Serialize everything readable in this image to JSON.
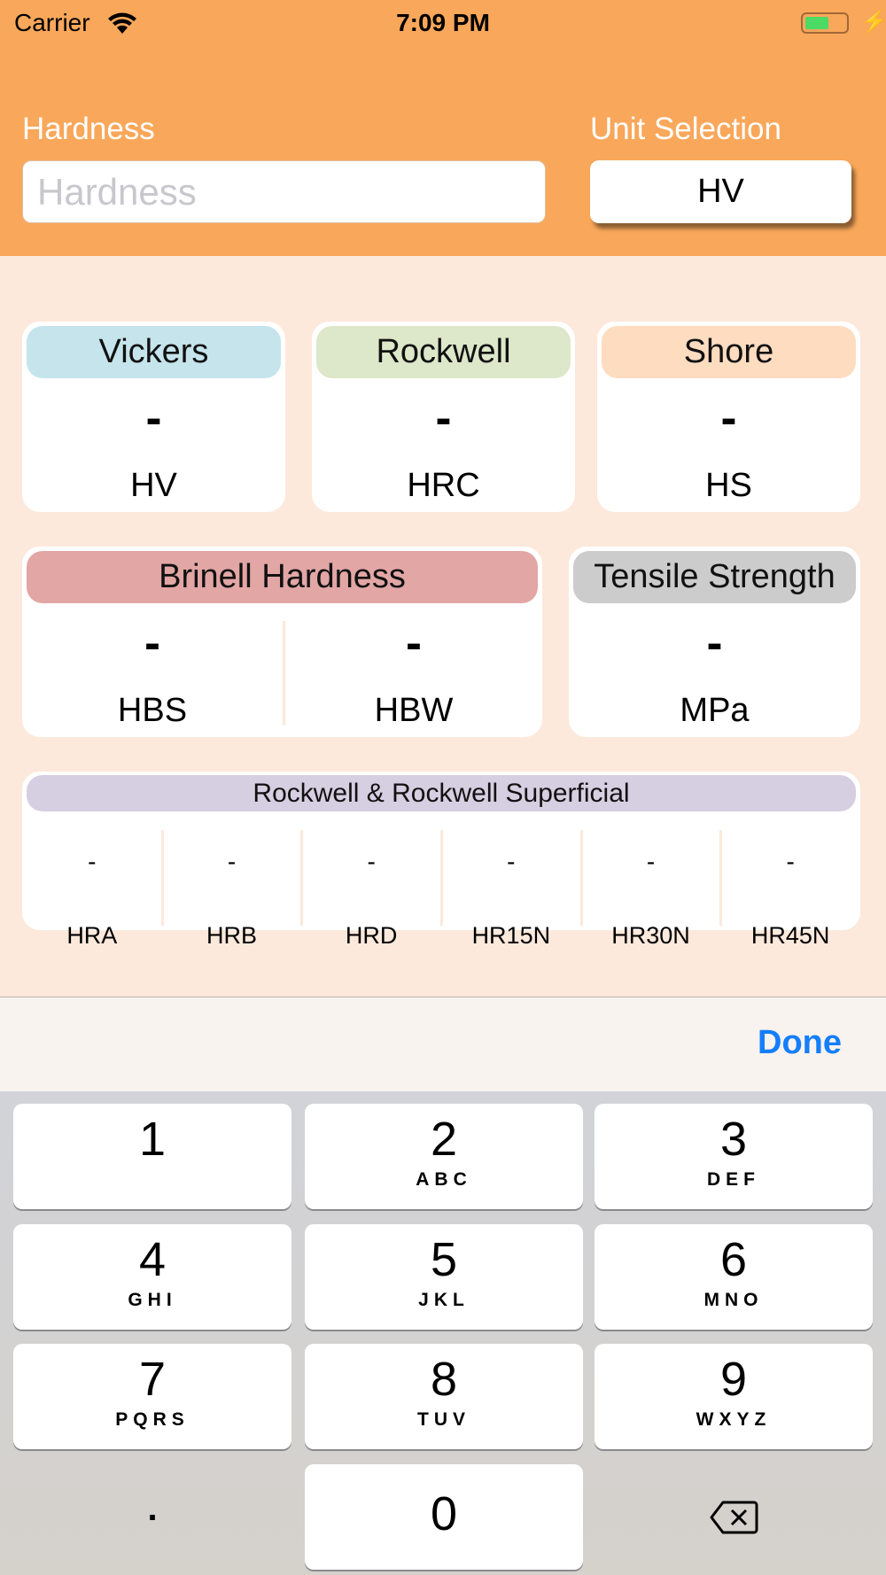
{
  "status_bar": {
    "carrier": "Carrier",
    "time": "7:09 PM"
  },
  "header": {
    "hardness_label": "Hardness",
    "hardness_placeholder": "Hardness",
    "hardness_value": "",
    "unit_label": "Unit Selection",
    "unit_value": "HV"
  },
  "cards": {
    "vickers": {
      "title": "Vickers",
      "value": "-",
      "unit": "HV"
    },
    "rockwell": {
      "title": "Rockwell",
      "value": "-",
      "unit": "HRC"
    },
    "shore": {
      "title": "Shore",
      "value": "-",
      "unit": "HS"
    },
    "brinell": {
      "title": "Brinell Hardness",
      "values": [
        {
          "value": "-",
          "unit": "HBS"
        },
        {
          "value": "-",
          "unit": "HBW"
        }
      ]
    },
    "tensile": {
      "title": "Tensile Strength",
      "value": "-",
      "unit": "MPa"
    },
    "superficial": {
      "title": "Rockwell & Rockwell Superficial",
      "columns": [
        {
          "value": "-",
          "unit": "HRA"
        },
        {
          "value": "-",
          "unit": "HRB"
        },
        {
          "value": "-",
          "unit": "HRD"
        },
        {
          "value": "-",
          "unit": "HR15N"
        },
        {
          "value": "-",
          "unit": "HR30N"
        },
        {
          "value": "-",
          "unit": "HR45N"
        }
      ]
    }
  },
  "colors": {
    "header": "#F9A75A",
    "vickers": "#C5E4EC",
    "rockwell": "#DDE7C9",
    "shore": "#FDDCC0",
    "brinell": "#E2A6A5",
    "tensile": "#CCCCCC",
    "superficial": "#D6CEE1",
    "done": "#157EFB"
  },
  "keyboard": {
    "done": "Done",
    "keys": [
      {
        "n": "1",
        "l": ""
      },
      {
        "n": "2",
        "l": "ABC"
      },
      {
        "n": "3",
        "l": "DEF"
      },
      {
        "n": "4",
        "l": "GHI"
      },
      {
        "n": "5",
        "l": "JKL"
      },
      {
        "n": "6",
        "l": "MNO"
      },
      {
        "n": "7",
        "l": "PQRS"
      },
      {
        "n": "8",
        "l": "TUV"
      },
      {
        "n": "9",
        "l": "WXYZ"
      }
    ],
    "decimal": ".",
    "zero": "0"
  }
}
